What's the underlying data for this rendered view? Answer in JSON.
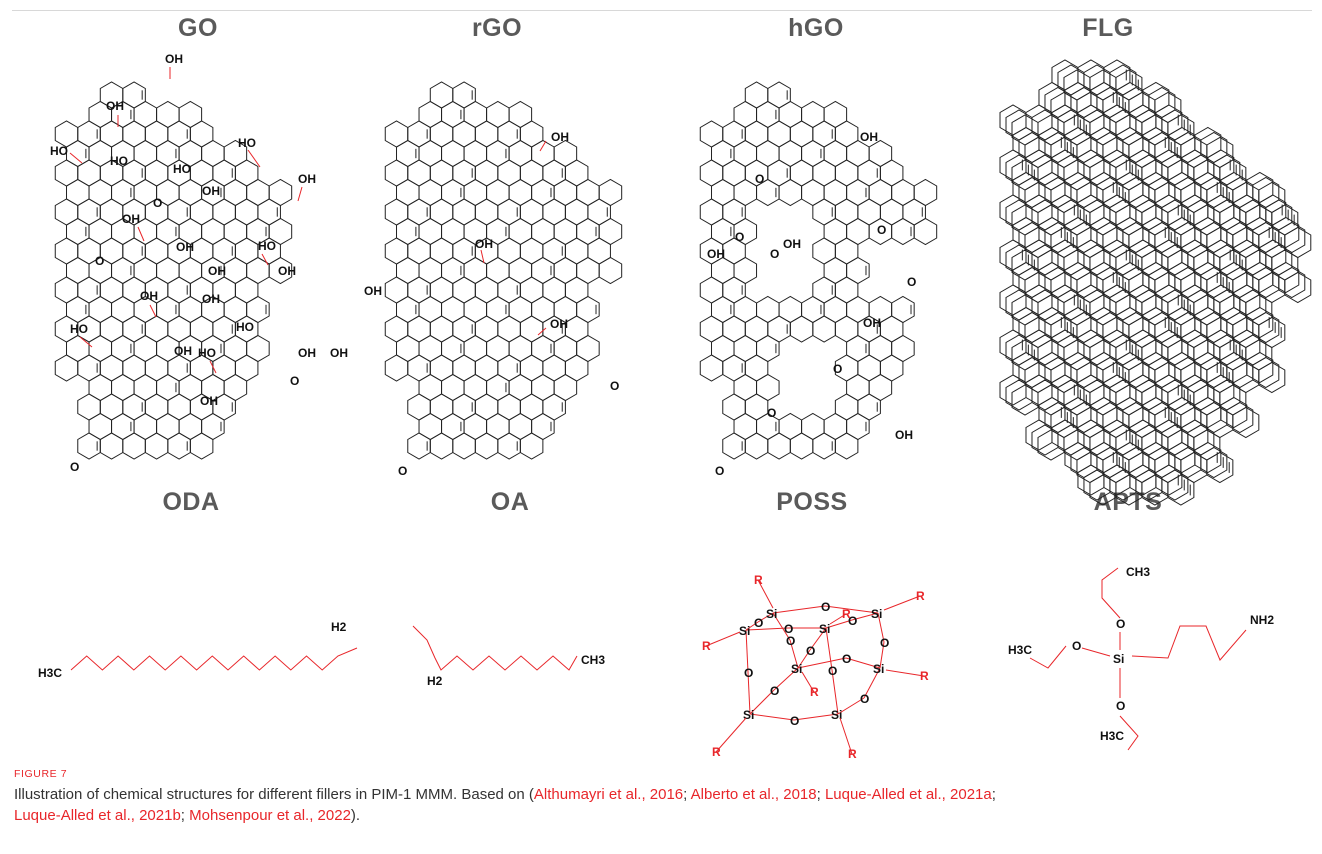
{
  "panels": {
    "go": "GO",
    "rgo": "rGO",
    "hgo": "hGO",
    "flg": "FLG",
    "oda": "ODA",
    "oa": "OA",
    "poss": "POSS",
    "apts": "APTS"
  },
  "atoms": {
    "oh": "OH",
    "ho": "HO",
    "o": "O",
    "hoo": "HO",
    "si": "Si",
    "r": "R",
    "h3c": "H3C",
    "h2": "H2",
    "ch3": "CH3",
    "nh2": "NH2"
  },
  "colors": {
    "bond": "#222222",
    "functional": "#e8262a",
    "title": "#5a5a5a",
    "citation": "#e8262a"
  },
  "figure": {
    "label": "FIGURE 7",
    "caption_text": "Illustration of chemical structures for different fillers in PIM-1 MMM. Based on (",
    "citations": [
      "Althumayri et al., 2016",
      "Alberto et al., 2018",
      "Luque-Alled et al., 2021a",
      "Luque-Alled et al., 2021b",
      "Mohsenpour et al., 2022"
    ],
    "separator": "; ",
    "caption_end": ")."
  }
}
